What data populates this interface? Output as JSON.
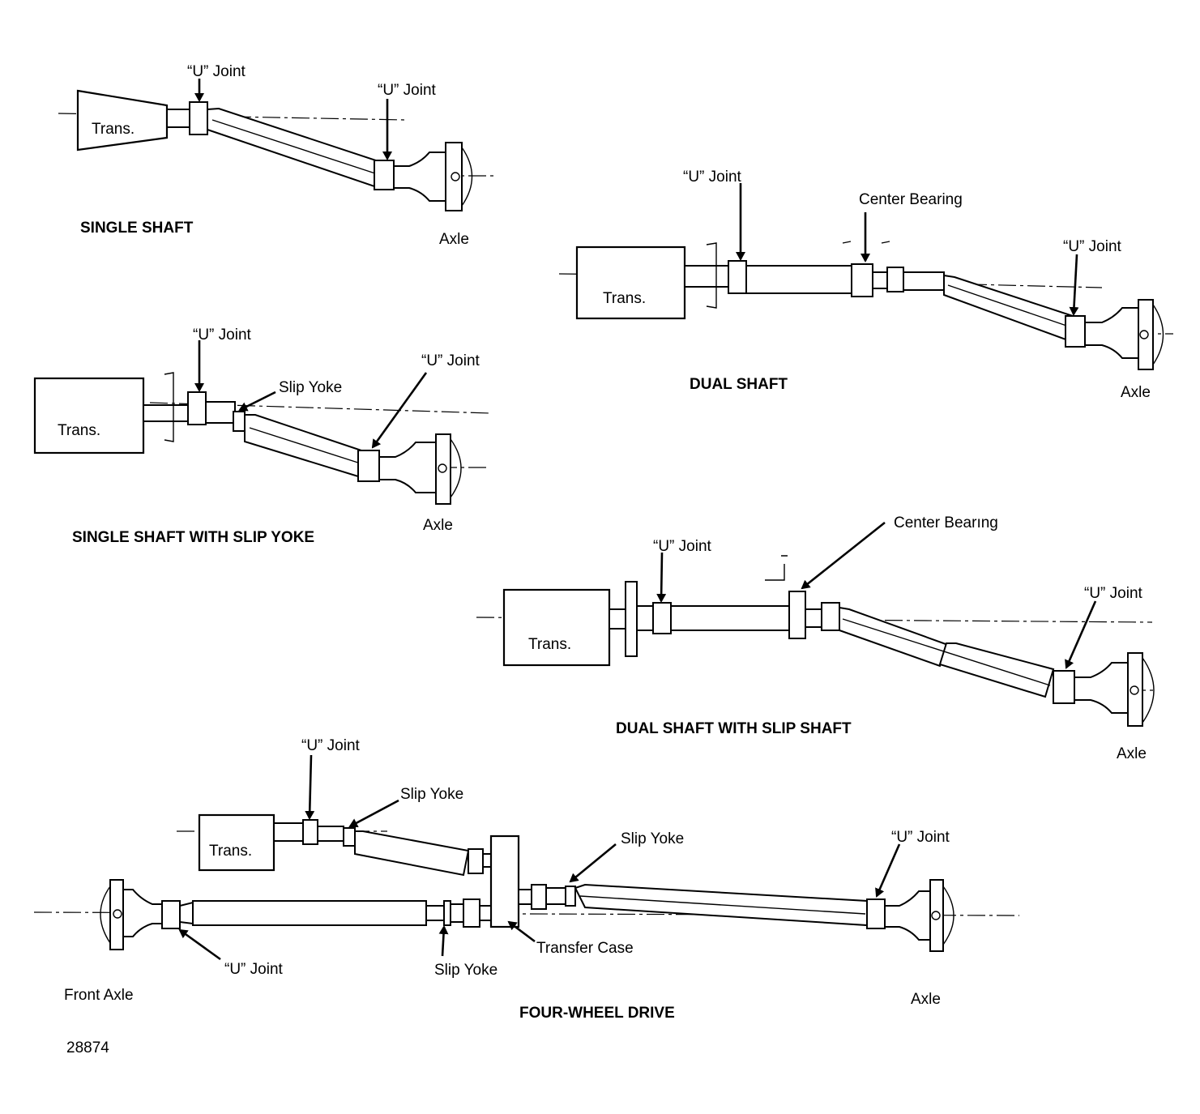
{
  "labels": {
    "u_joint": "“U” Joint",
    "trans": "Trans.",
    "axle": "Axle",
    "slip_yoke": "Slip Yoke",
    "center_bearing": "Center Bearing",
    "center_bearing_alt": "Center Bearıng",
    "transfer_case": "Transfer Case",
    "front_axle": "Front Axle"
  },
  "captions": {
    "single_shaft": "SINGLE SHAFT",
    "single_shaft_slip_yoke": "SINGLE SHAFT WITH SLIP YOKE",
    "dual_shaft": "DUAL SHAFT",
    "dual_shaft_slip_shaft": "DUAL SHAFT WITH SLIP SHAFT",
    "four_wheel_drive": "FOUR-WHEEL DRIVE"
  },
  "figure_number": "28874"
}
